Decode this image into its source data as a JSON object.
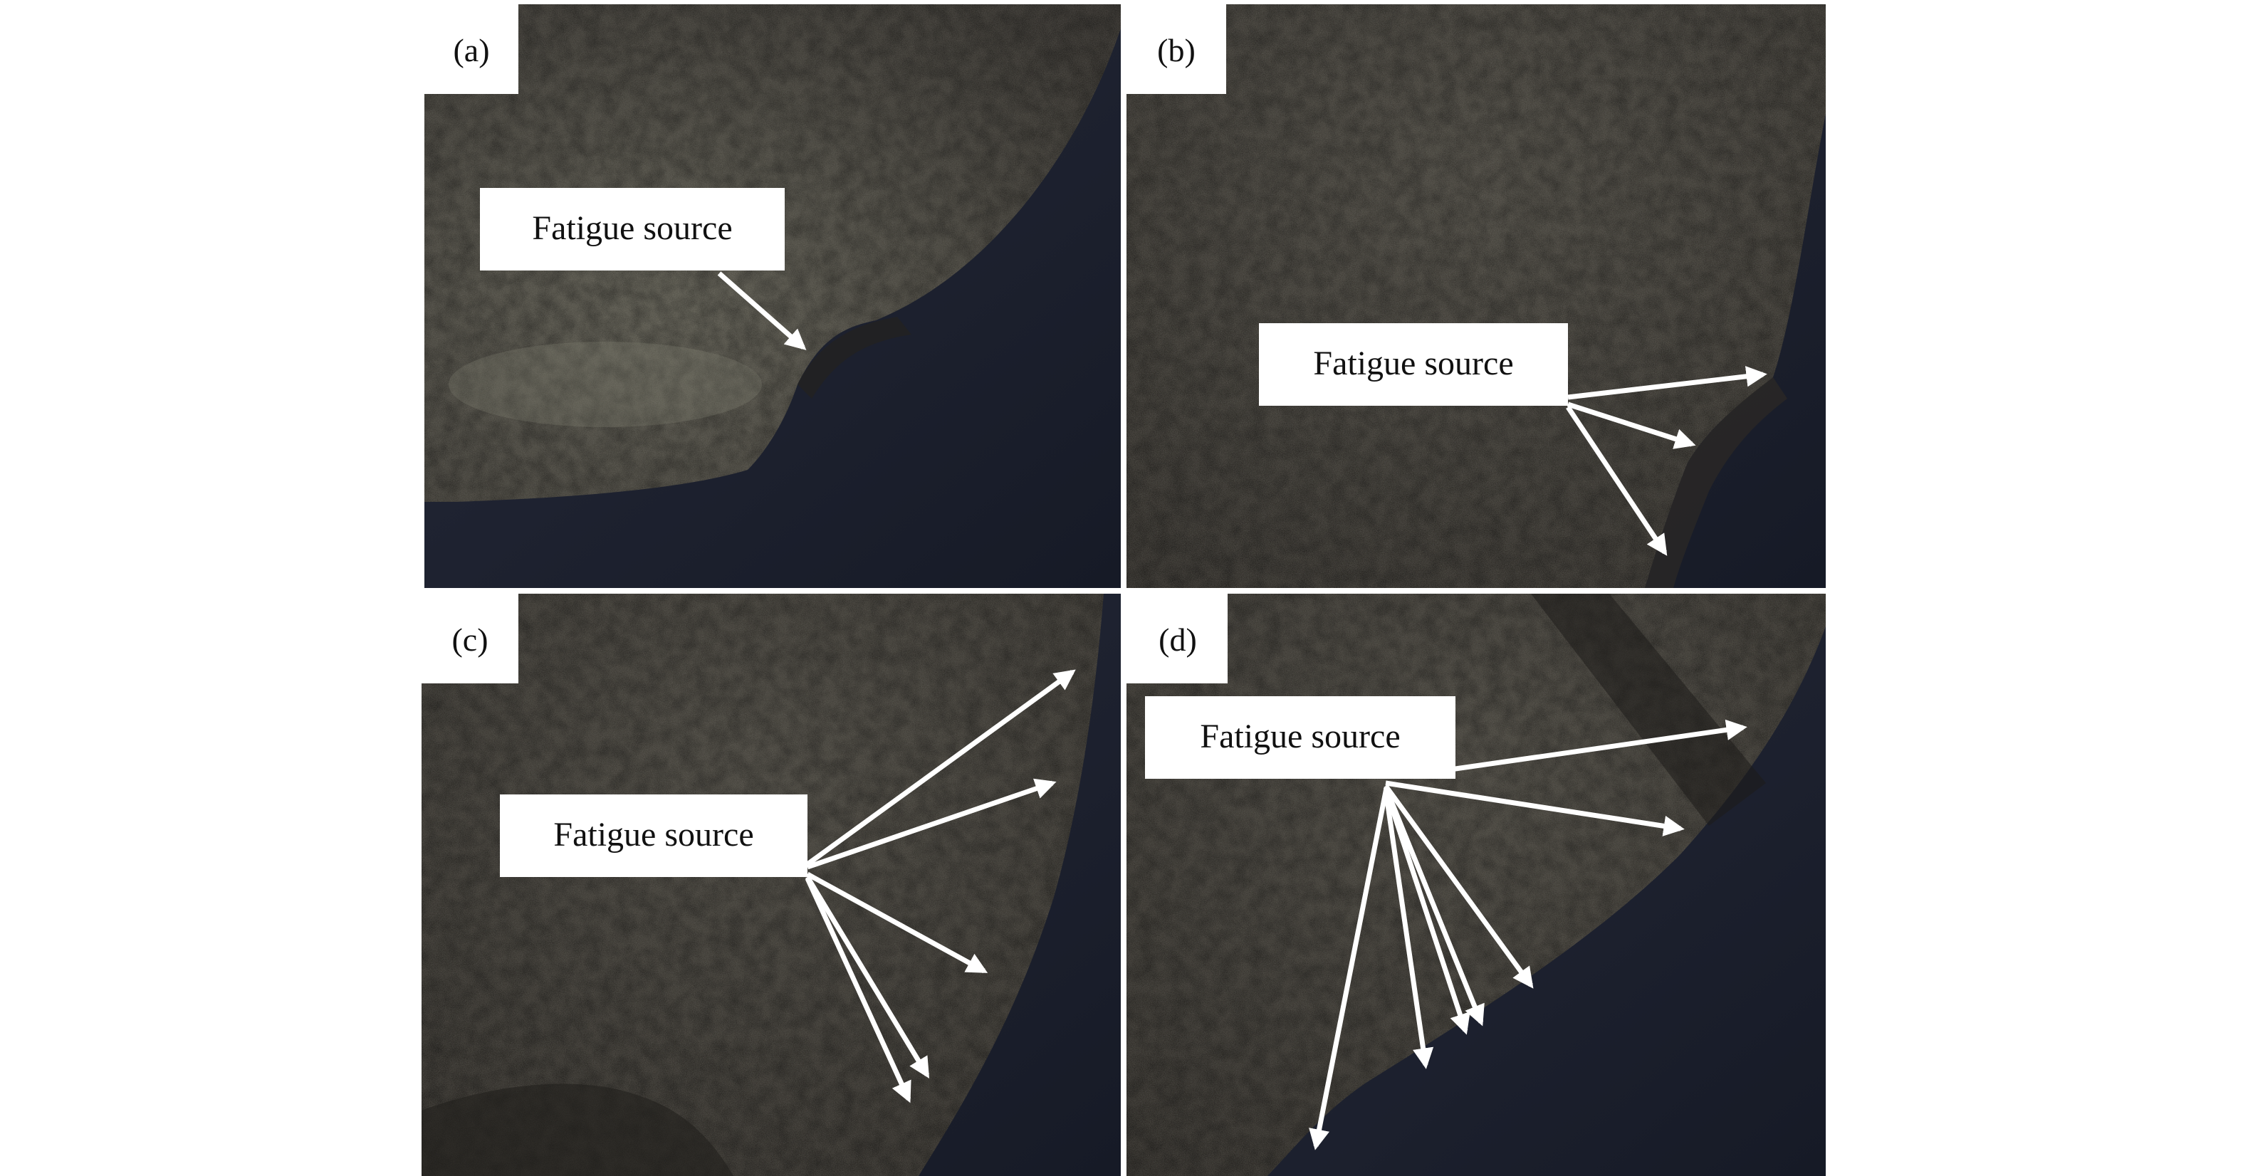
{
  "figure": {
    "panels": [
      {
        "id": "a",
        "label": "(a)",
        "callout": "Fatigue source",
        "arrow_count": 1
      },
      {
        "id": "b",
        "label": "(b)",
        "callout": "Fatigue source",
        "arrow_count": 3
      },
      {
        "id": "c",
        "label": "(c)",
        "callout": "Fatigue source",
        "arrow_count": 5
      },
      {
        "id": "d",
        "label": "(d)",
        "callout": "Fatigue source",
        "arrow_count": 7
      }
    ],
    "colors": {
      "fracture_surface": "#3a3631",
      "fracture_highlight": "#6e6a5e",
      "background_dark": "#1c2030",
      "arrow": "#ffffff",
      "callout_box": "#ffffff"
    }
  }
}
